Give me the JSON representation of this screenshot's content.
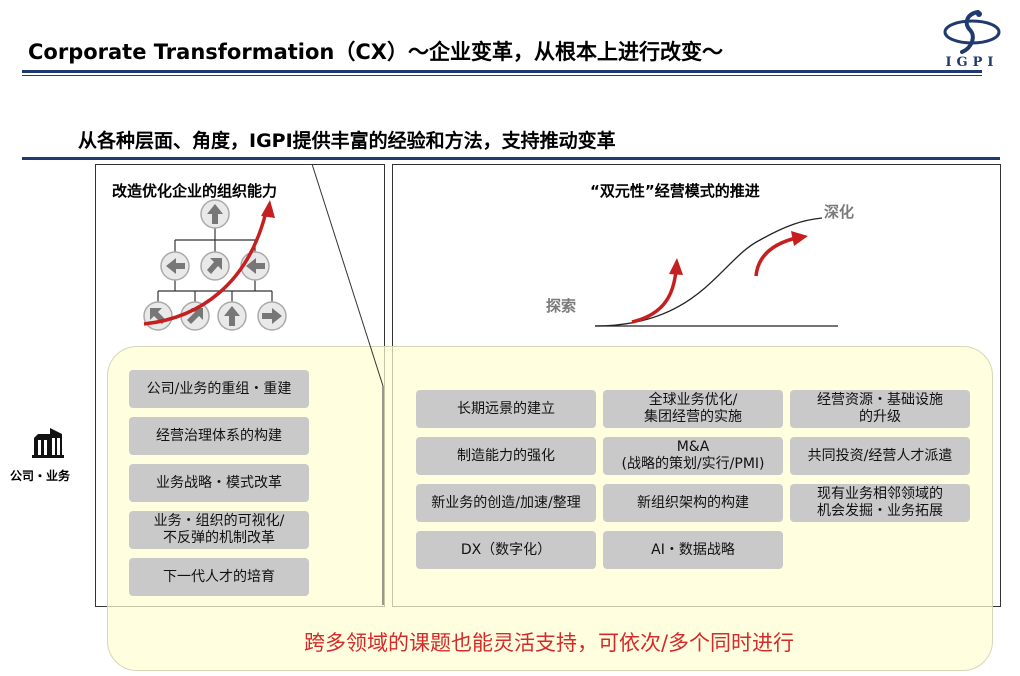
{
  "header": {
    "title": "Corporate Transformation（CX）～企业变革，从根本上进行改变～",
    "logo_text": "IGPI"
  },
  "subtitle": "从各种层面、角度，IGPI提供丰富的经验和方法，支持推动变革",
  "left_panel": {
    "title": "改造优化企业的组织能力",
    "items": [
      "公司/业务的重组・重建",
      "经营治理体系的构建",
      "业务战略・模式改革",
      "业务・组织的可视化/",
      "不反弹的机制改革",
      "下一代人才的培育"
    ]
  },
  "right_panel": {
    "title": "“双元性”经营模式的推进",
    "explore_label": "探索",
    "deepen_label": "深化",
    "grid": [
      [
        "长期远景的建立"
      ],
      [
        "全球业务优化/",
        "集团经营的实施"
      ],
      [
        "经营资源・基础设施",
        "的升级"
      ],
      [
        "制造能力的强化"
      ],
      [
        "M&A",
        "(战略的策划/实行/PMI)"
      ],
      [
        "共同投资/经营人才派遣"
      ],
      [
        "新业务的创造/加速/整理"
      ],
      [
        "新组织架构的构建"
      ],
      [
        "现有业务相邻领域的",
        "机会发掘・业务拓展"
      ],
      [
        "DX（数字化）"
      ],
      [
        "AI・数据战略"
      ]
    ]
  },
  "side_label": "公司・业务",
  "footer_message": "跨多领域的课题也能灵活支持，可依次/多个同时进行",
  "colors": {
    "navy": "#1f3a6e",
    "accent_red": "#d62a2a",
    "box_gray": "#c9c9c9",
    "highlight_yellow": "#ffffd4"
  }
}
